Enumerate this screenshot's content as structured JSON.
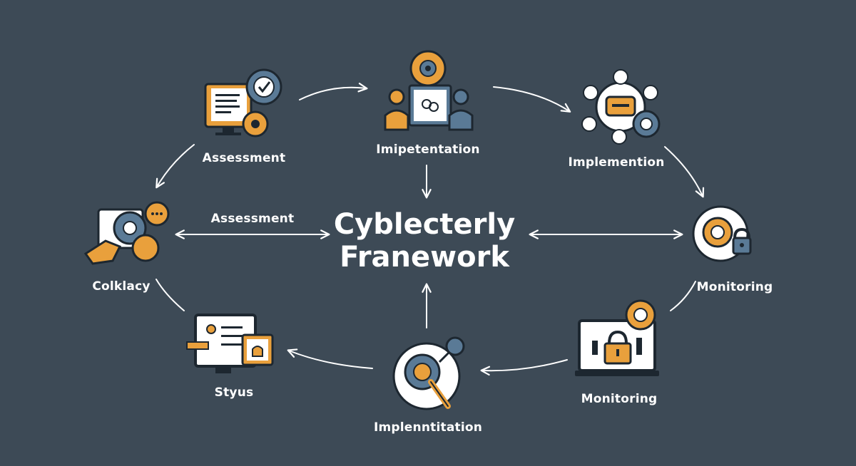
{
  "title": {
    "line1": "Cyblecterly",
    "line2": "Franework"
  },
  "nodes": [
    {
      "id": "assessment-tl",
      "label": "Assessment",
      "icon": "monitor-gears-check-icon"
    },
    {
      "id": "implementation-top",
      "label": "Imipetentation",
      "icon": "team-gear-laptop-icon"
    },
    {
      "id": "implemention-tr",
      "label": "Implemention",
      "icon": "network-gear-key-icon"
    },
    {
      "id": "monitoring-right",
      "label": "Monitoring",
      "icon": "gear-padlock-icon"
    },
    {
      "id": "monitoring-br",
      "label": "Monitoring",
      "icon": "laptop-padlock-icon"
    },
    {
      "id": "implementation-bottom",
      "label": "Implenntitation",
      "icon": "gear-magnifier-icon"
    },
    {
      "id": "styus-bl",
      "label": "Styus",
      "icon": "monitor-checklist-icon"
    },
    {
      "id": "colklacy-left",
      "label": "Colklacy",
      "icon": "hand-gears-icon"
    }
  ],
  "arrow_labels": {
    "left_link": "Assessment"
  },
  "colors": {
    "background": "#3d4a56",
    "accent_orange": "#e9a03c",
    "icon_blue": "#5a7a96",
    "line": "#ffffff"
  }
}
